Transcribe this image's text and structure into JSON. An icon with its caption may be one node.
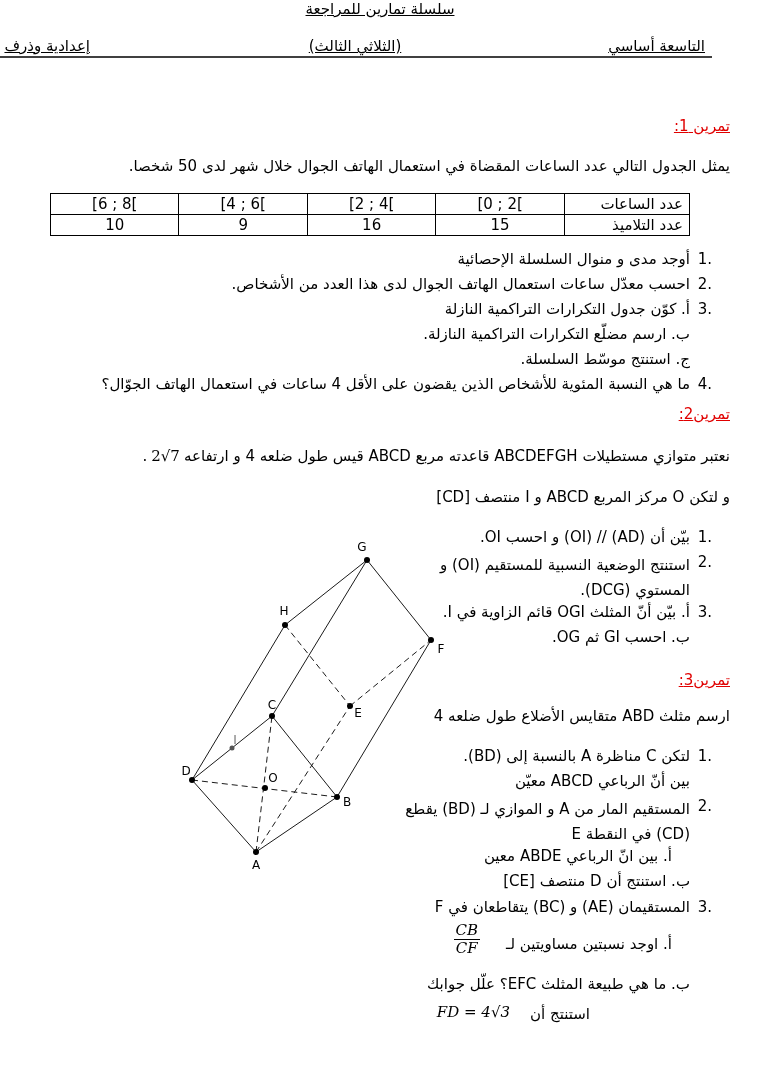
{
  "diagram": {
    "title": "سلسلة تمارين للمراجعة",
    "labels": [
      "التاسعة أساسي",
      "(الثلاثي الثالث)",
      "إعدادية وذرف",
      "تمرين 1:",
      "يمثل الجدول التالي عدد الساعات المقضاة في استعمال الهاتف الجوال خلال شهر لدى 50 شخصا.",
      "عدد الساعات",
      "[0 ; 2[",
      "[2 ; 4[",
      "[4 ; 6[",
      "[6 ; 8[",
      "عدد التلاميذ",
      "15",
      "16",
      "9",
      "10",
      "1.",
      "أوجد مدى و منوال السلسلة الإحصائية",
      "2.",
      "احسب معدّل ساعات استعمال الهاتف الجوال لدى هذا العدد من الأشخاص.",
      "3.",
      "أ. كوّن جدول التكرارات التراكمية النازلة",
      "ب. ارسم مضلّع التكرارات التراكمية النازلة.",
      "ج. استنتج موسّط السلسلة.",
      "4.",
      "ما هي النسبة المئوية للأشخاص الذين يقضون على الأقل 4 ساعات في استعمال الهاتف الجوّال؟",
      "تمرين2:",
      "نعتبر متوازي مستطيلات ABCDEFGH قاعدته مربع ABCD قيس طول ضلعه 4 و ارتفاعه",
      "2√7",
      ".",
      "و لتكن O مركز المربع ABCD و I منتصف [CD]",
      "1.",
      "بيّن أن (AD) // (OI) و احسب OI.",
      "2.",
      "استنتج الوضعية النسبية للمستقيم (OI) و المستوي (DCG).",
      "3.",
      "أ. بيّن أنّ المثلث OGI قائم الزاوية في I.",
      "ب. احسب GI ثم OG.",
      "تمرين3:",
      "ارسم مثلث ABD متقايس الأضلاع طول ضلعه 4",
      "1.",
      "لتكن C مناظرة A بالنسبة إلى (BD).",
      "بين أنّ الرباعي ABCD معيّن",
      "2.",
      "المستقيم المار من A و الموازي لـ (BD) يقطع (CD) في النقطة E",
      "أ. بين انّ الرباعي ABDE معين",
      "ب. استنتج أن D منتصف [CE]",
      "3.",
      "المستقيمان (AE) و (BC) يتقاطعان في F",
      "أ. اوجد نسبتين مساويتين لـ",
      "CB",
      "CF",
      "ب. ما هي طبيعة المثلث EFC؟ علّل جوابك",
      "استنتج أن",
      "FD = 4√3",
      "G",
      "H",
      "F",
      "C",
      "E",
      "I",
      "D",
      "O",
      "B",
      "A"
    ]
  }
}
